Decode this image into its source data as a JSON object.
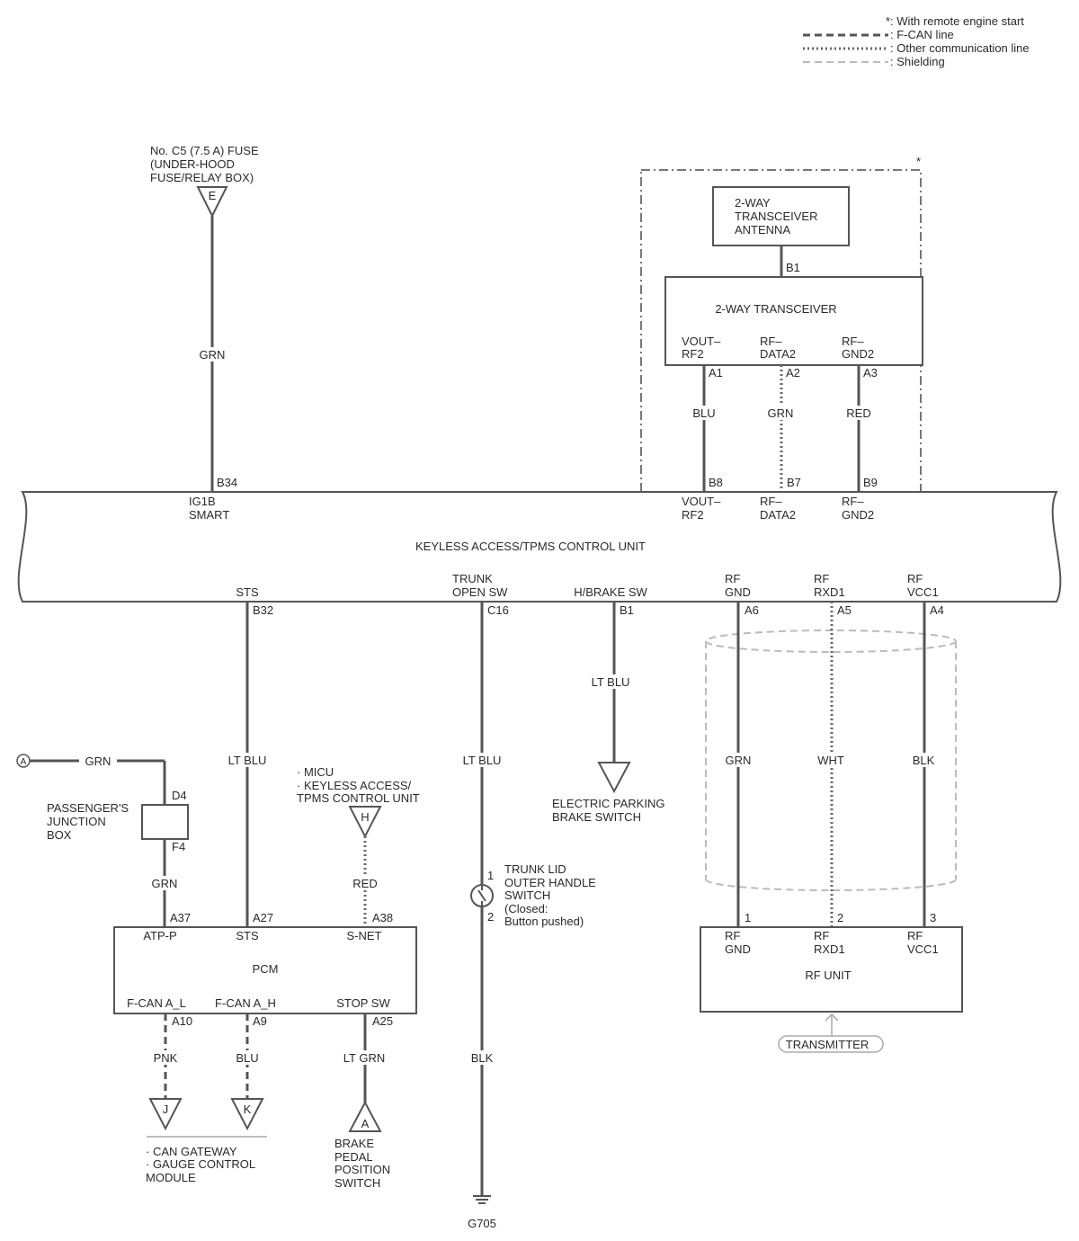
{
  "legend": {
    "remote_start": "*: With remote engine start",
    "fcan": ": F-CAN line",
    "other": ": Other communication line",
    "shield": ": Shielding"
  },
  "colors": {
    "line": "#555555",
    "text": "#2a2a2a",
    "shield": "#bbbbbb"
  },
  "fuse": {
    "line1": "No. C5 (7.5 A) FUSE",
    "line2": "(UNDER-HOOD",
    "line3": "FUSE/RELAY BOX)",
    "conn": "E",
    "wire": "GRN",
    "pin": "B34",
    "sig1": "IG1B",
    "sig2": "SMART"
  },
  "remote": {
    "asterisk": "*",
    "antenna": [
      "2-WAY",
      "TRANSCEIVER",
      "ANTENNA"
    ],
    "antenna_pin": "B1",
    "transceiver": "2-WAY TRANSCEIVER",
    "pins_top": [
      {
        "l1": "VOUT–",
        "l2": "RF2",
        "pin": "A1",
        "wire": "BLU",
        "cpin": "B8",
        "c1": "VOUT–",
        "c2": "RF2"
      },
      {
        "l1": "RF–",
        "l2": "DATA2",
        "pin": "A2",
        "wire": "GRN",
        "cpin": "B7",
        "c1": "RF–",
        "c2": "DATA2"
      },
      {
        "l1": "RF–",
        "l2": "GND2",
        "pin": "A3",
        "wire": "RED",
        "cpin": "B9",
        "c1": "RF–",
        "c2": "GND2"
      }
    ]
  },
  "unit": {
    "title": "KEYLESS ACCESS/TPMS CONTROL UNIT",
    "sts": "STS",
    "sts_pin": "B32",
    "sts_wire": "LT BLU",
    "trunk1": "TRUNK",
    "trunk2": "OPEN SW",
    "trunk_pin": "C16",
    "trunk_wire": "LT BLU",
    "brake": "H/BRAKE SW",
    "brake_pin": "B1",
    "brake_wire": "LT BLU",
    "rfgnd1": "RF",
    "rfgnd2": "GND",
    "rfgnd_pin": "A6",
    "rfgnd_wire": "GRN",
    "rxd1": "RF",
    "rxd2": "RXD1",
    "rxd_pin": "A5",
    "rxd_wire": "WHT",
    "vcc1": "RF",
    "vcc2": "VCC1",
    "vcc_pin": "A4",
    "vcc_wire": "BLK"
  },
  "epb": {
    "line1": "ELECTRIC PARKING",
    "line2": "BRAKE SWITCH"
  },
  "junction": {
    "conn": "A",
    "wire_in": "GRN",
    "pin_top": "D4",
    "name1": "PASSENGER'S",
    "name2": "JUNCTION",
    "name3": "BOX",
    "pin_bot": "F4",
    "wire_out": "GRN"
  },
  "micu": {
    "line1": "· MICU",
    "line2": "· KEYLESS ACCESS/",
    "line3": "TPMS CONTROL UNIT",
    "conn": "H",
    "wire": "RED"
  },
  "pcm": {
    "name": "PCM",
    "atp": "ATP-P",
    "atp_pin": "A37",
    "sts": "STS",
    "sts_pin": "A27",
    "snet": "S-NET",
    "snet_pin": "A38",
    "fcanl": "F-CAN A_L",
    "fcanl_pin": "A10",
    "fcanl_wire": "PNK",
    "fcanl_conn": "J",
    "fcanh": "F-CAN A_H",
    "fcanh_pin": "A9",
    "fcanh_wire": "BLU",
    "fcanh_conn": "K",
    "stop": "STOP SW",
    "stop_pin": "A25",
    "stop_wire": "LT GRN",
    "stop_conn": "A"
  },
  "gateway": {
    "line1": "· CAN GATEWAY",
    "line2": "· GAUGE CONTROL",
    "line3": "MODULE"
  },
  "brakesw": {
    "line1": "BRAKE",
    "line2": "PEDAL",
    "line3": "POSITION",
    "line4": "SWITCH"
  },
  "trunksw": {
    "line1": "TRUNK LID",
    "line2": "OUTER HANDLE",
    "line3": "SWITCH",
    "line4": "(Closed:",
    "line5": "Button pushed)",
    "pin1": "1",
    "pin2": "2",
    "wire": "BLK",
    "ground": "G705"
  },
  "rfunit": {
    "name": "RF UNIT",
    "p1": "1",
    "p2": "2",
    "p3": "3",
    "gnd1": "RF",
    "gnd2": "GND",
    "rxd1": "RF",
    "rxd2": "RXD1",
    "vcc1": "RF",
    "vcc2": "VCC1",
    "transmitter": "TRANSMITTER"
  }
}
